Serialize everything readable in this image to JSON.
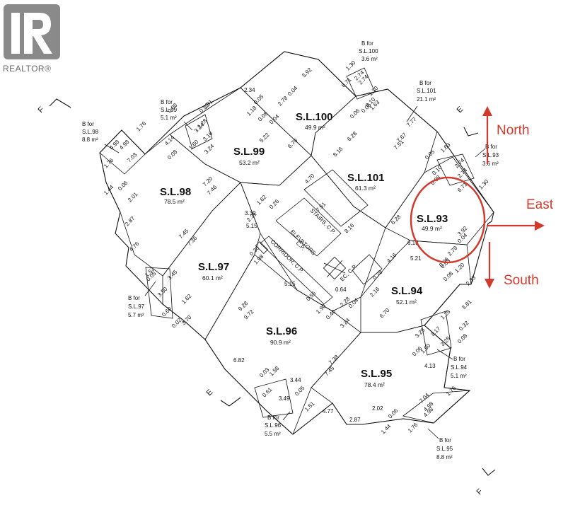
{
  "watermark": {
    "text": "REALTOR®"
  },
  "lots": [
    {
      "id": "98",
      "name": "S.L.98",
      "area": "78.5 m²"
    },
    {
      "id": "99",
      "name": "S.L.99",
      "area": "53.2 m²"
    },
    {
      "id": "100",
      "name": "S.L.100",
      "area": "49.9 m²"
    },
    {
      "id": "101",
      "name": "S.L.101",
      "area": "61.3 m²"
    },
    {
      "id": "93",
      "name": "S.L.93",
      "area": "49.9 m²"
    },
    {
      "id": "97",
      "name": "S.L.97",
      "area": "60.1 m²"
    },
    {
      "id": "96",
      "name": "S.L.96",
      "area": "90.9 m²"
    },
    {
      "id": "94",
      "name": "S.L.94",
      "area": "52.1 m²"
    },
    {
      "id": "95",
      "name": "S.L.95",
      "area": "78.4 m²"
    }
  ],
  "notes": [
    {
      "id": "b98",
      "l1": "B for",
      "l2": "S.L.98",
      "l3": "8.8 m²"
    },
    {
      "id": "b99",
      "l1": "B for",
      "l2": "S.L.99",
      "l3": "5.1 m²"
    },
    {
      "id": "b100",
      "l1": "B for",
      "l2": "S.L.100",
      "l3": "3.6 m²"
    },
    {
      "id": "b101",
      "l1": "B for",
      "l2": "S.L.101",
      "l3": "21.1 m²"
    },
    {
      "id": "b93",
      "l1": "B for",
      "l2": "S.L.93",
      "l3": "3.6 m²"
    },
    {
      "id": "b97",
      "l1": "B for",
      "l2": "S.L.97",
      "l3": "5.7 m²"
    },
    {
      "id": "b94",
      "l1": "B for",
      "l2": "S.L.94",
      "l3": "5.1 m²"
    },
    {
      "id": "b96",
      "l1": "B for",
      "l2": "S.L.96",
      "l3": "5.5 m²"
    },
    {
      "id": "b95",
      "l1": "B for",
      "l2": "S.L.95",
      "l3": "8.8 m²"
    }
  ],
  "corridor": {
    "stairs": "STAIRS, C.P.",
    "elevators_1": "ELEVATORS",
    "elevators_2": "C.P.",
    "corridor": "CORRIDOR, C.P.",
    "ec": "EC, C.P."
  },
  "section_marks": [
    "F",
    "E",
    "E",
    "F"
  ],
  "directions": {
    "north": "North",
    "east": "East",
    "south": "South"
  },
  "annotation_color": "#d23a2c",
  "dimensions": [
    "1.76",
    "4.98",
    "4.98",
    "7.03",
    "1.76",
    "1.44",
    "0.06",
    "2.01",
    "2.87",
    "4.76",
    "0.08",
    "0.32",
    "3.81",
    "1.28",
    "3.24",
    "3.16",
    "1.60",
    "3.24",
    "4.14",
    "0.08",
    "2.34",
    "1.18",
    "0.05",
    "0.08",
    "2.78",
    "0.04",
    "5.22",
    "6.79",
    "3.92",
    "0.04",
    "1.30",
    "6.71",
    "2.74",
    "2.74",
    "1.30",
    "0.10",
    "0.05",
    "0.06",
    "1.63",
    "6.28",
    "8.16",
    "7.77",
    "7.67",
    "7.51",
    "0.05",
    "1.63",
    "0.10",
    "2.74",
    "2.74",
    "1.30",
    "6.71",
    "0.08",
    "7.20",
    "7.46",
    "4.70",
    "0.26",
    "1.62",
    "2.31",
    "3.39",
    "5.15",
    "7.51",
    "8.16",
    "6.28",
    "3.92",
    "0.04",
    "2.78",
    "0.06",
    "6.13",
    "5.21",
    "0.03",
    "2.35",
    "1.20",
    "0.08",
    "7.45",
    "7.36",
    "0.30",
    "1.98",
    "5.15",
    "0.55",
    "0.64",
    "0.78",
    "2.16",
    "4.16",
    "1.53",
    "0.05",
    "3.45",
    "3.50",
    "1.62",
    "0.60",
    "0.02",
    "3.70",
    "9.28",
    "9.72",
    "1.90",
    "0.40",
    "3.24",
    "2.28",
    "0.04",
    "6.70",
    "3.81",
    "1.28",
    "0.32",
    "3.25",
    "3.17",
    "3.25",
    "0.08",
    "1.60",
    "4.13",
    "0.06",
    "6.82",
    "0.03",
    "1.58",
    "3.44",
    "0.61",
    "3.49",
    "0.05",
    "1.51",
    "7.38",
    "7.45",
    "4.77",
    "2.87",
    "2.02",
    "0.06",
    "1.44",
    "7.04",
    "4.98",
    "4.98",
    "1.76",
    "1.76"
  ]
}
